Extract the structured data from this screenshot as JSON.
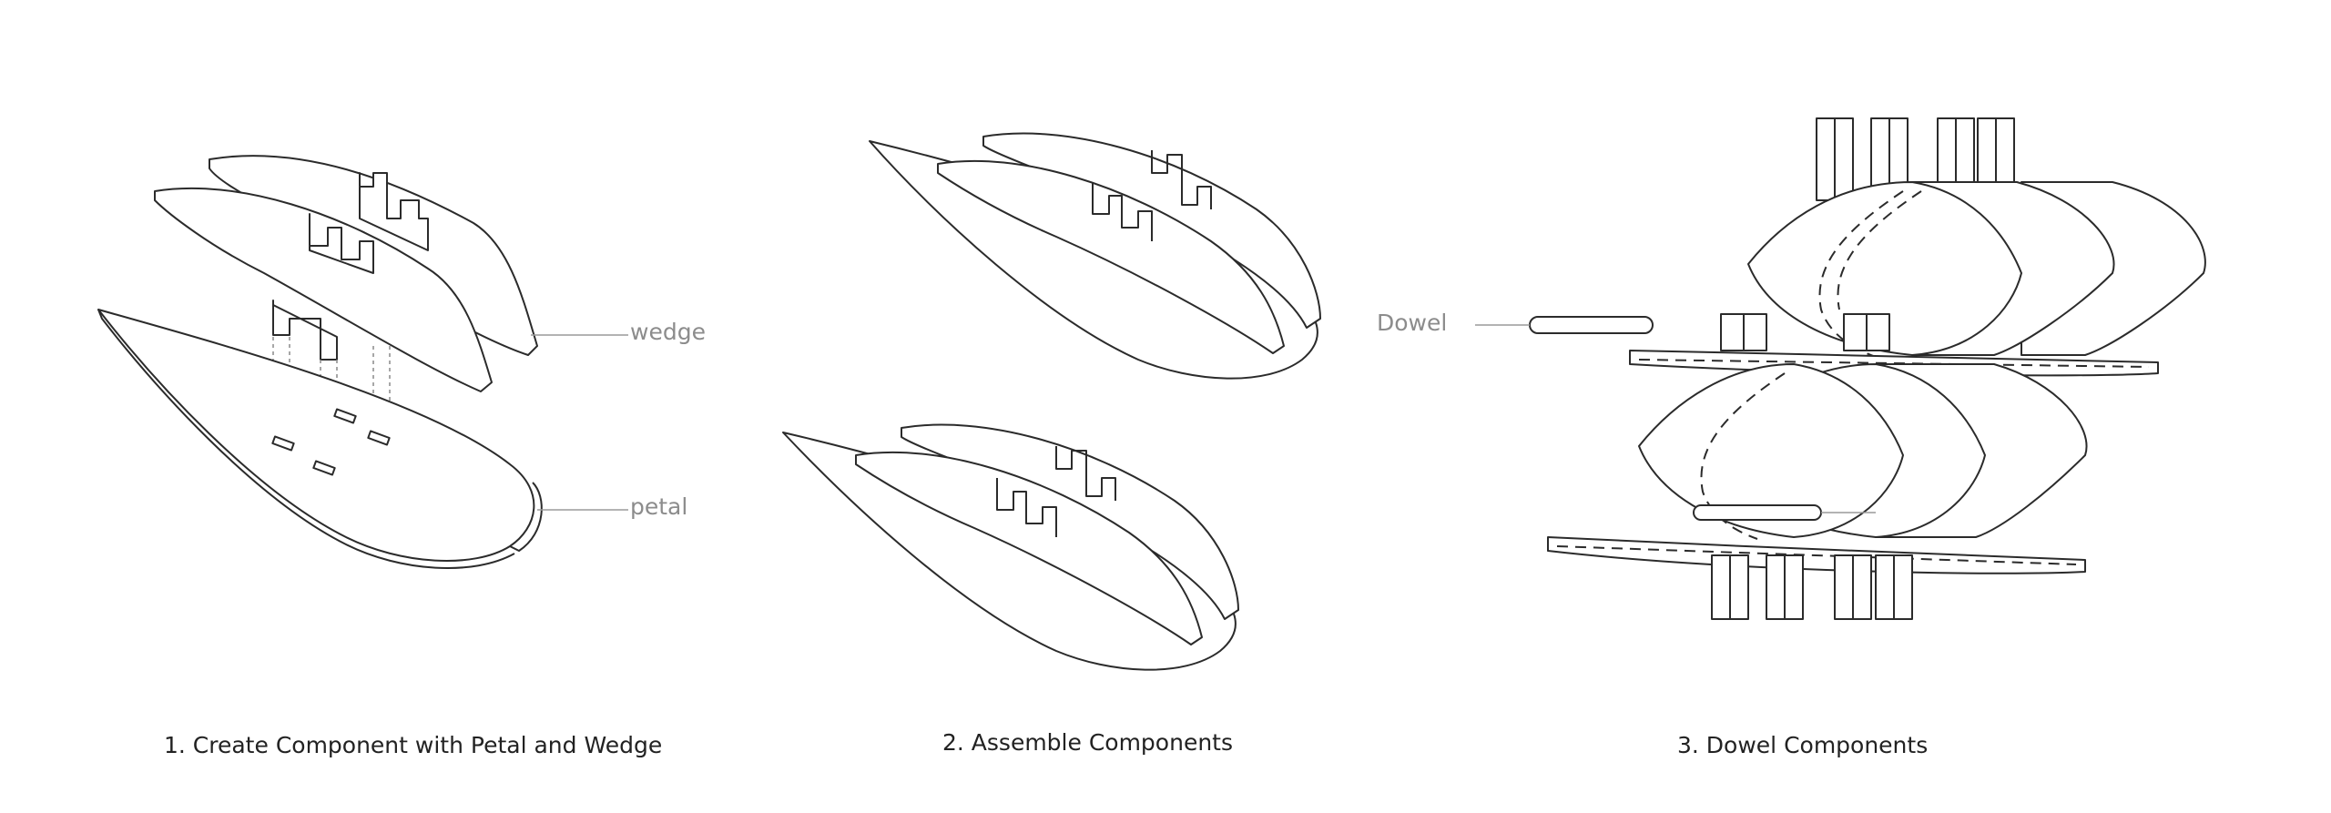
{
  "steps": [
    {
      "caption": "1. Create Component with Petal and Wedge",
      "labels": [
        "wedge",
        "petal"
      ]
    },
    {
      "caption": "2. Assemble Components"
    },
    {
      "caption": "3. Dowel Components",
      "labels": [
        "Dowel"
      ]
    }
  ]
}
